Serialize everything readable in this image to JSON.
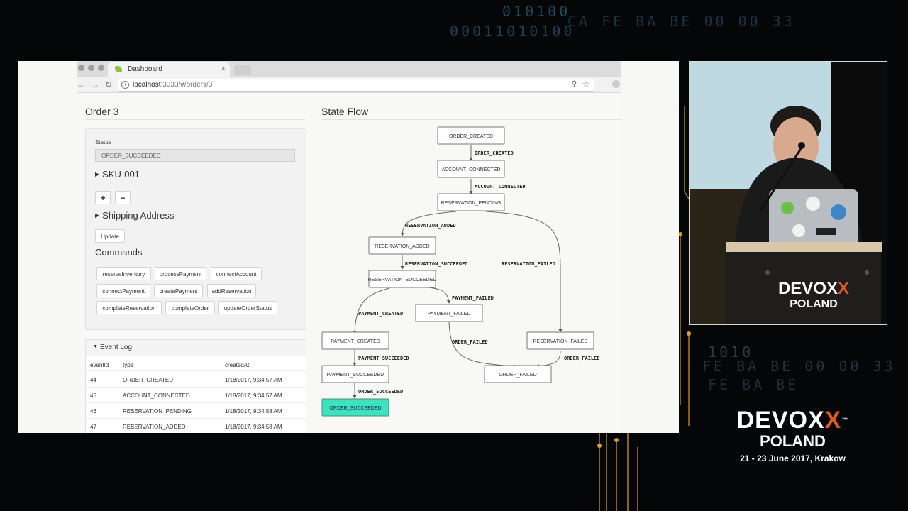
{
  "background_hex": {
    "top_line1": "010100",
    "top_line2_prefix": "00011010100",
    "top_line2_suffix": "CA FE BA BE 00 00 33",
    "right_line1": "1010",
    "right_line2": "FE BA BE 00 00 33",
    "right_line3": "FE BA BE"
  },
  "browser": {
    "tab_title": "Dashboard",
    "tab_close": "×",
    "url_host": "localhost",
    "url_port": ":3333",
    "url_path": "/#/orders/3",
    "info_glyph": "i",
    "zoom_glyph": "⚲",
    "star_glyph": "☆",
    "back_glyph": "←",
    "forward_glyph": "→",
    "reload_glyph": "↻"
  },
  "order": {
    "title": "Order 3",
    "status_label": "Status",
    "status_value": "ORDER_SUCCEEDED",
    "sku_label": "SKU-001",
    "plus_label": "+",
    "minus_label": "−",
    "shipping_label": "Shipping Address",
    "update_label": "Update",
    "commands_title": "Commands",
    "commands": [
      "reserveInventory",
      "processPayment",
      "connectAccount",
      "connectPayment",
      "createPayment",
      "addReservation",
      "completeReservation",
      "completeOrder",
      "updateOrderStatus"
    ]
  },
  "event_log": {
    "title": "Event Log",
    "columns": [
      "eventId",
      "type",
      "createdAt"
    ],
    "rows": [
      {
        "id": "44",
        "type": "ORDER_CREATED",
        "created": "1/18/2017, 9:34:57 AM"
      },
      {
        "id": "45",
        "type": "ACCOUNT_CONNECTED",
        "created": "1/18/2017, 9:34:57 AM"
      },
      {
        "id": "46",
        "type": "RESERVATION_PENDING",
        "created": "1/18/2017, 9:34:58 AM"
      },
      {
        "id": "47",
        "type": "RESERVATION_ADDED",
        "created": "1/18/2017, 9:34:58 AM"
      }
    ]
  },
  "state_flow": {
    "title": "State Flow",
    "states": {
      "order_created": "ORDER_CREATED",
      "account_connected": "ACCOUNT_CONNECTED",
      "reservation_pending": "RESERVATION_PENDING",
      "reservation_added": "RESERVATION_ADDED",
      "reservation_succeeded": "RESERVATION_SUCCEEDED",
      "payment_failed": "PAYMENT_FAILED",
      "payment_created": "PAYMENT_CREATED",
      "reservation_failed": "RESERVATION_FAILED",
      "payment_succeeded": "PAYMENT_SUCCEEDED",
      "order_failed": "ORDER_FAILED",
      "order_succeeded": "ORDER_SUCCEEDED"
    },
    "edges": {
      "e_order_created": "ORDER_CREATED",
      "e_account_connected": "ACCOUNT_CONNECTED",
      "e_reservation_added": "RESERVATION_ADDED",
      "e_reservation_succeeded": "RESERVATION_SUCCEEDED",
      "e_reservation_failed": "RESERVATION_FAILED",
      "e_payment_failed": "PAYMENT_FAILED",
      "e_payment_created": "PAYMENT_CREATED",
      "e_order_failed_left": "ORDER_FAILED",
      "e_order_failed_right": "ORDER_FAILED",
      "e_payment_succeeded": "PAYMENT_SUCCEEDED",
      "e_order_succeeded": "ORDER_SUCCEEDED"
    },
    "active_color": "#3ee3bd"
  },
  "cam_logo": {
    "devox": "DEVOX",
    "x": "X",
    "poland": "POLAND"
  },
  "conference": {
    "devox": "DEVOX",
    "x": "X",
    "tm": "™",
    "poland": "POLAND",
    "dates": "21 - 23 June 2017, Krakow"
  },
  "colors": {
    "accent": "#e05a1e",
    "active_state": "#3ee3bd"
  }
}
